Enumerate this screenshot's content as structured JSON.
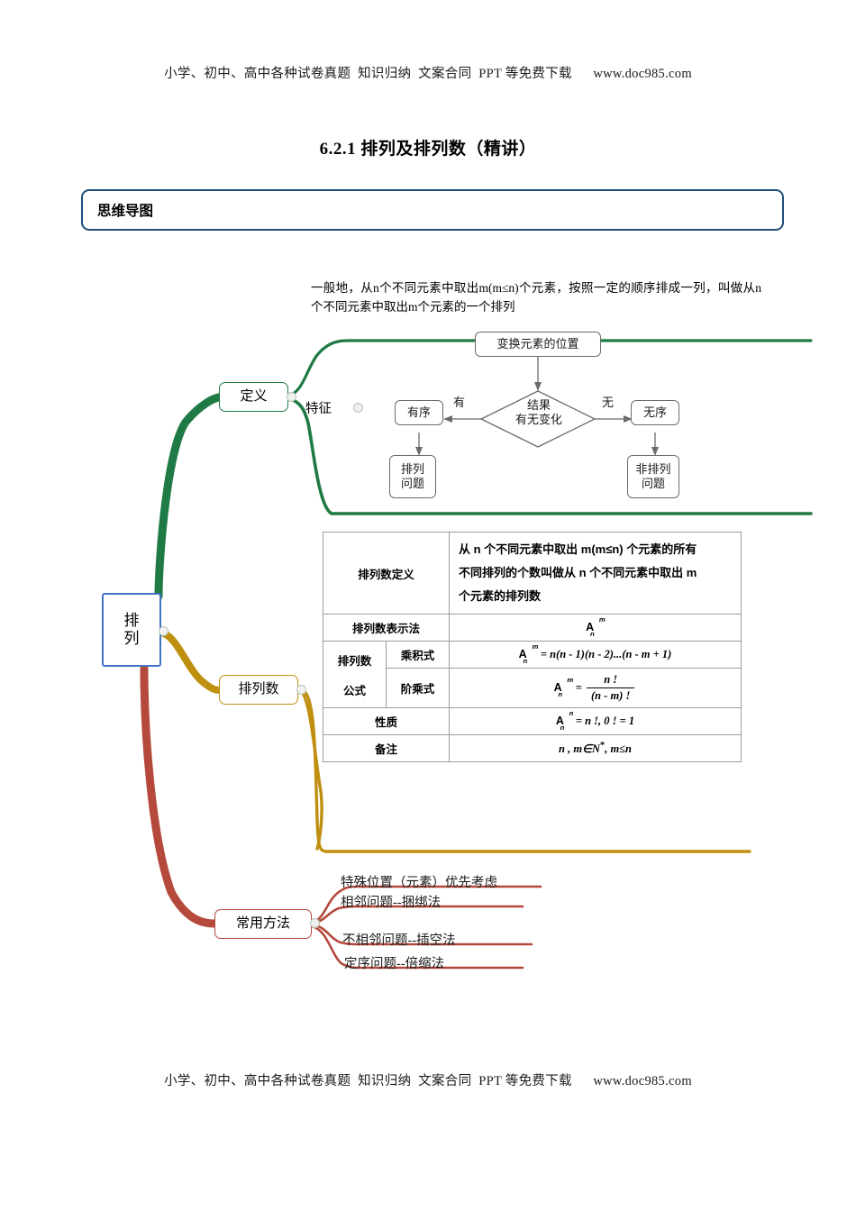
{
  "header": {
    "text": "小学、初中、高中各种试卷真题  知识归纳  文案合同  PPT 等免费下载      www.doc985.com"
  },
  "footer": {
    "text": "小学、初中、高中各种试卷真题  知识归纳  文案合同  PPT 等免费下载      www.doc985.com"
  },
  "title": "6.2.1  排列及排列数（精讲）",
  "section": {
    "label": "思维导图",
    "border_color": "#1f4e79"
  },
  "mindmap": {
    "root": {
      "line1": "排",
      "line2": "列",
      "color": "#4472c4"
    },
    "branches": [
      {
        "label": "定义",
        "color": "#1f7a45"
      },
      {
        "label": "排列数",
        "color": "#bf8f10"
      },
      {
        "label": "常用方法",
        "color": "#b4493c"
      }
    ],
    "definition_text": "一般地，从n个不同元素中取出m(m≤n)个元素，按照一定的顺序排成一列，叫做从n个不同元素中取出m个元素的一个排列",
    "feature_label": "特征",
    "flowchart": {
      "start": "变换元素的位置",
      "decision_line1": "结果",
      "decision_line2": "有无变化",
      "branch_yes_label": "有",
      "branch_no_label": "无",
      "yes_box": "有序",
      "no_box": "无序",
      "yes_result_line1": "排列",
      "yes_result_line2": "问题",
      "no_result_line1": "非排列",
      "no_result_line2": "问题"
    },
    "methods": [
      "特殊位置（元素）优先考虑",
      "相邻问题--捆绑法",
      "不相邻问题--插空法",
      "定序问题--倍缩法"
    ]
  },
  "table": {
    "rows": [
      {
        "label": "排列数定义",
        "value_lines": [
          "从 n 个不同元素中取出 m(m≤n) 个元素的所有",
          "不同排列的个数叫做从 n 个不同元素中取出 m",
          "个元素的排列数"
        ]
      },
      {
        "label": "排列数表示法",
        "value": "A n m"
      },
      {
        "group": "排列数公式",
        "label": "乘积式",
        "value": "A_n^m = n(n - 1)(n - 2)...(n - m + 1)"
      },
      {
        "group": "排列数公式",
        "label": "阶乘式",
        "value": "A_n^m = n! / (n - m)!"
      },
      {
        "label": "性质",
        "value": "A_n^n = n!, 0! = 1"
      },
      {
        "label": "备注",
        "value": "n , m∈N*, m≤n"
      }
    ],
    "group_label_line1": "排列数",
    "group_label_line2": "公式"
  }
}
